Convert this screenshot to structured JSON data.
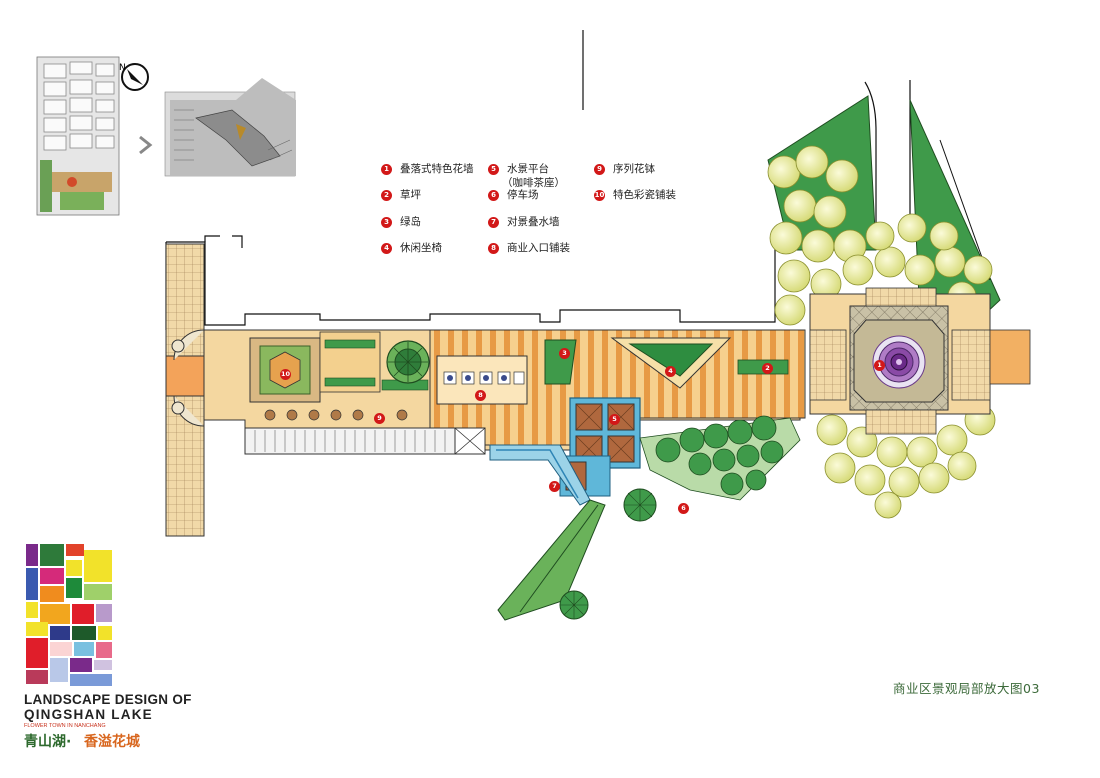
{
  "sheet_title": "商业区景观局部放大图03",
  "brand": {
    "line1": "LANDSCAPE DESIGN OF",
    "line2": "QINGSHAN LAKE",
    "subline": "FLOWER TOWN IN NANCHANG",
    "cn_part1": "青山湖·",
    "cn_part2": "香溢花城"
  },
  "compass_label": "N",
  "legend": [
    {
      "num": "1",
      "label": "叠落式特色花墙"
    },
    {
      "num": "2",
      "label": "草坪"
    },
    {
      "num": "3",
      "label": "绿岛"
    },
    {
      "num": "4",
      "label": "休闲坐椅"
    },
    {
      "num": "5",
      "label": "水景平台",
      "sub": "（咖啡茶座）"
    },
    {
      "num": "6",
      "label": "停车场"
    },
    {
      "num": "7",
      "label": "对景叠水墙"
    },
    {
      "num": "8",
      "label": "商业入口铺装"
    },
    {
      "num": "9",
      "label": "序列花钵"
    },
    {
      "num": "10",
      "label": "特色彩瓷铺装"
    }
  ],
  "plan_markers": [
    "10",
    "9",
    "8",
    "5",
    "3",
    "4",
    "2",
    "1",
    "7",
    "6"
  ],
  "colors": {
    "lawn_green": "#3f9a4a",
    "tree_yellow": "#e8eaa0",
    "paving_orange": "#f2b063",
    "water_blue": "#5fb7d9",
    "marker_red": "#d21818"
  }
}
